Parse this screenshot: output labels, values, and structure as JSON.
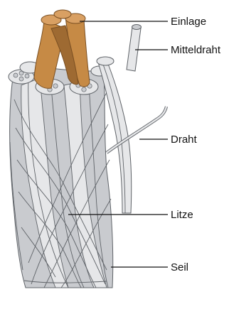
{
  "labels": {
    "einlage": "Einlage",
    "mitteldraht": "Mitteldraht",
    "draht": "Draht",
    "litze": "Litze",
    "seil": "Seil"
  },
  "colors": {
    "core": "#c68a45",
    "core_shadow": "#9e6a32",
    "steel": "#c9cbcf",
    "steel_light": "#e6e7e9",
    "outline": "#5f6368"
  }
}
